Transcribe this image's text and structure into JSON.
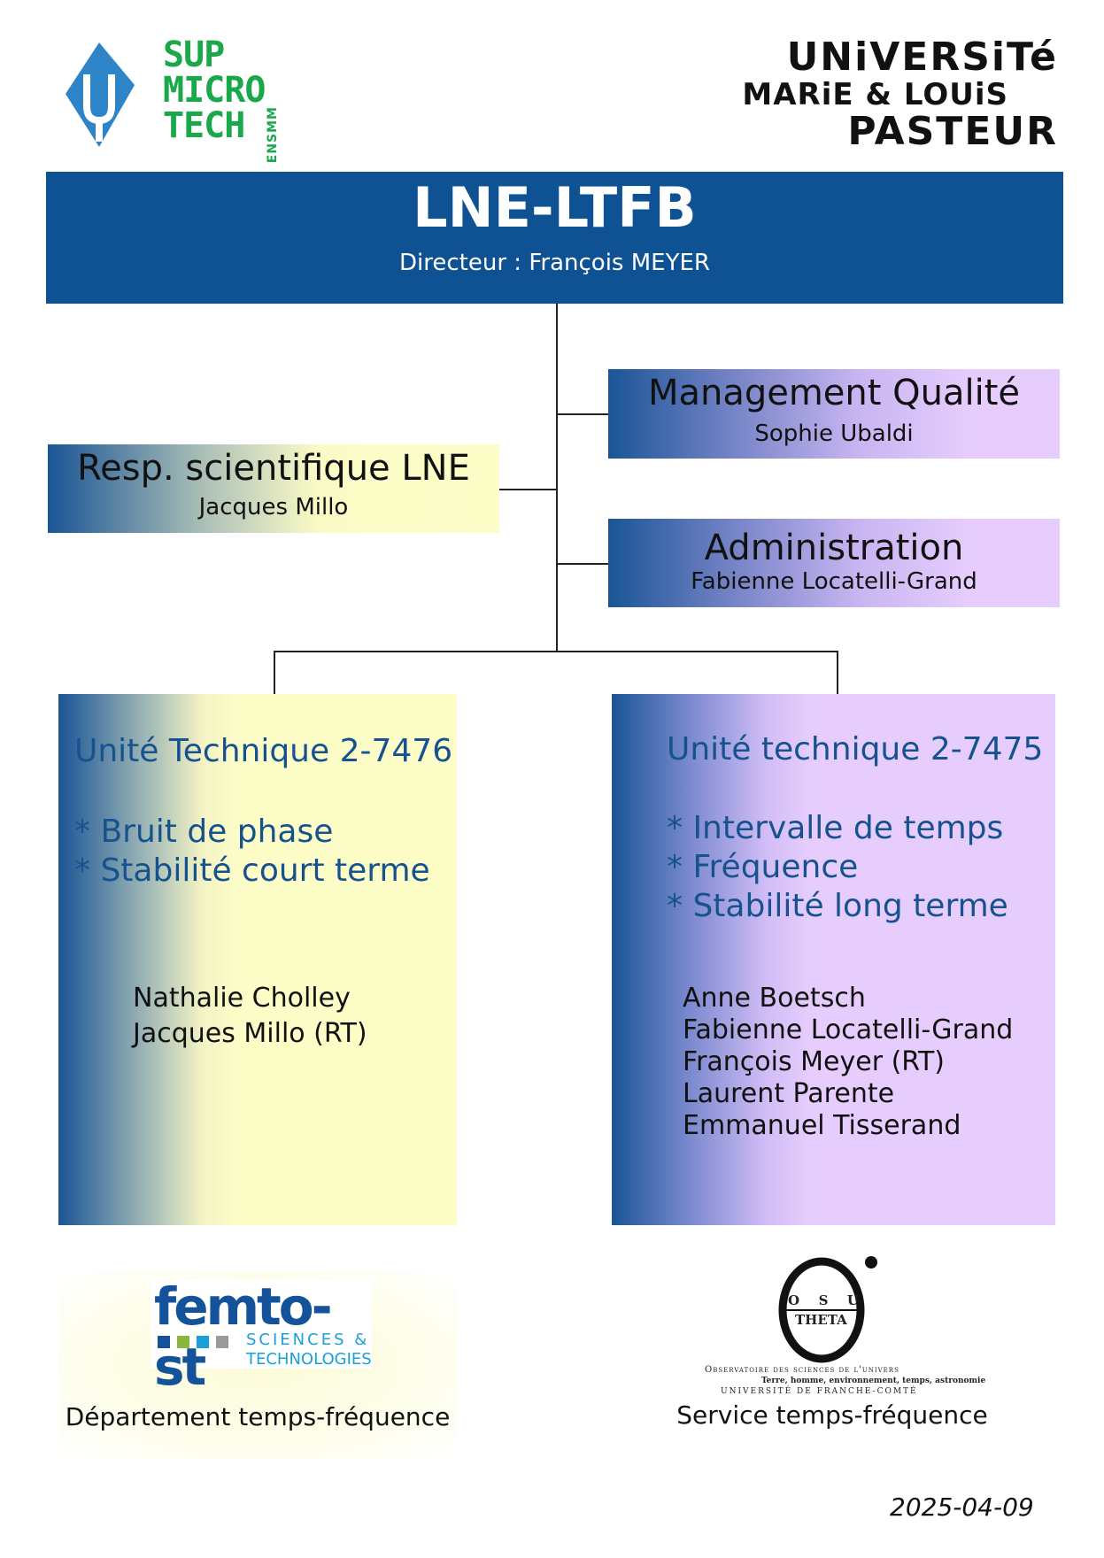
{
  "logos": {
    "supmicrotech": {
      "lines": [
        "SUP",
        "MICRO",
        "TECH"
      ],
      "suffix": "ENSMM",
      "icon": "supmicrotech-logo-icon"
    },
    "umlp": {
      "line1": "UNiVERSiTé",
      "line2": "MARiE & LOUiS",
      "line3": "PASTEUR"
    },
    "femto": {
      "name": "femto-st",
      "sub1": "SCIENCES &",
      "sub2": "TECHNOLOGIES"
    },
    "osu": {
      "letters": [
        "O",
        "S",
        "U"
      ],
      "theta": "THETA",
      "line1": "Observatoire des sciences de l'univers",
      "line2": "Terre, homme, environnement, temps, astronomie",
      "line3": "Université de Franche-Comté"
    }
  },
  "header": {
    "title": "LNE-LTFB",
    "subtitle": "Directeur : François MEYER"
  },
  "management": {
    "title": "Management Qualité",
    "person": "Sophie Ubaldi"
  },
  "administration": {
    "title": "Administration",
    "person": "Fabienne Locatelli-Grand"
  },
  "resp": {
    "title": "Resp. scientifique LNE",
    "person": "Jacques Millo"
  },
  "unit_left": {
    "title": "Unité Technique 2-7476",
    "items": [
      "* Bruit de phase",
      "* Stabilité court terme"
    ],
    "people": [
      "Nathalie Cholley",
      "Jacques Millo (RT)"
    ]
  },
  "unit_right": {
    "title": "Unité technique 2-7475",
    "items": [
      "* Intervalle de temps",
      "* Fréquence",
      "* Stabilité long terme"
    ],
    "people": [
      "Anne Boetsch",
      "Fabienne Locatelli-Grand",
      "François Meyer (RT)",
      "Laurent Parente",
      "Emmanuel Tisserand"
    ]
  },
  "bottom": {
    "femto_caption": "Département temps-fréquence",
    "osu_caption": "Service temps-fréquence"
  },
  "date": "2025-04-09",
  "colors": {
    "banner": "#0f5293",
    "unit_text": "#16538e",
    "yellow": "#fdfdc8",
    "lavender": "#e6cdfd",
    "green": "#1aa84a"
  }
}
